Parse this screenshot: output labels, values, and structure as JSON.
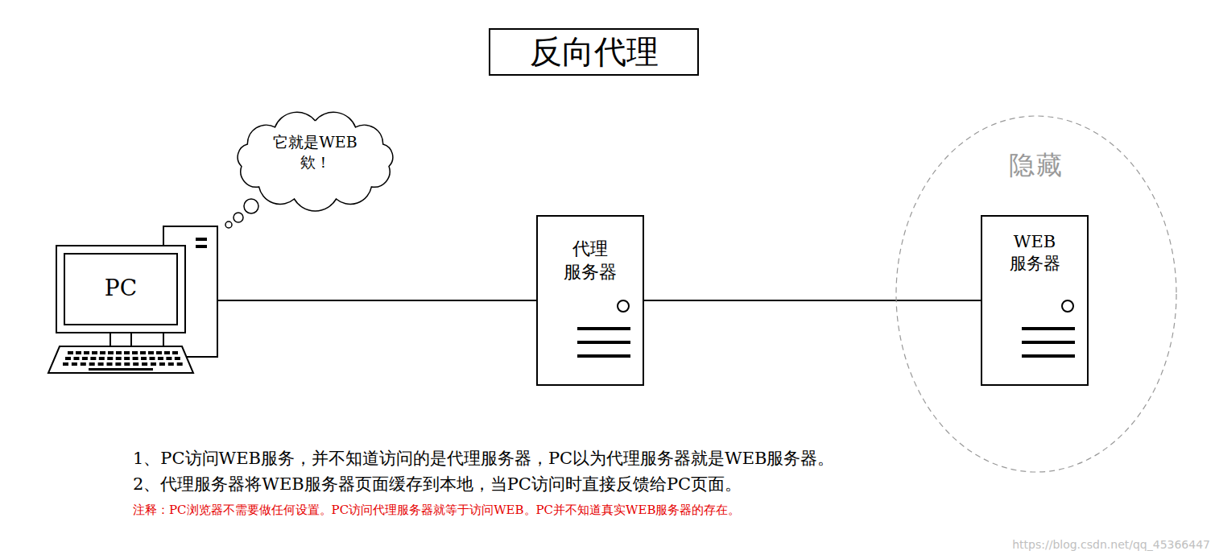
{
  "diagram": {
    "title": "反向代理",
    "nodes": [
      {
        "text": [
          "它就是WEB 欸！"
        ]
      },
      {
        "text": [
          "PC"
        ]
      },
      {
        "text": [
          "代理 服务器"
        ]
      },
      {
        "text": [
          "隐藏"
        ]
      },
      {
        "text": [
          "WEB 服务器"
        ],
        "in": 3
      }
    ],
    "edges": [
      {
        "from": 1,
        "to": 2,
        "arrow": "none"
      },
      {
        "from": 2,
        "to": 4,
        "arrow": "none"
      }
    ],
    "labels": [
      "1、PC访问WEB服务，并不知道访问的是代理服务器，PC以为代理服务器就是WEB服务器。",
      "2、代理服务器将WEB服务器页面缓存到本地，当PC访问时直接反馈给PC页面。",
      "注释：PC浏览器不需要做任何设置。PC访问代理服务器就等于访问WEB。PC并不知道真实WEB服务器的存在。",
      "https://blog.csdn.net/qq_45366447"
    ]
  }
}
